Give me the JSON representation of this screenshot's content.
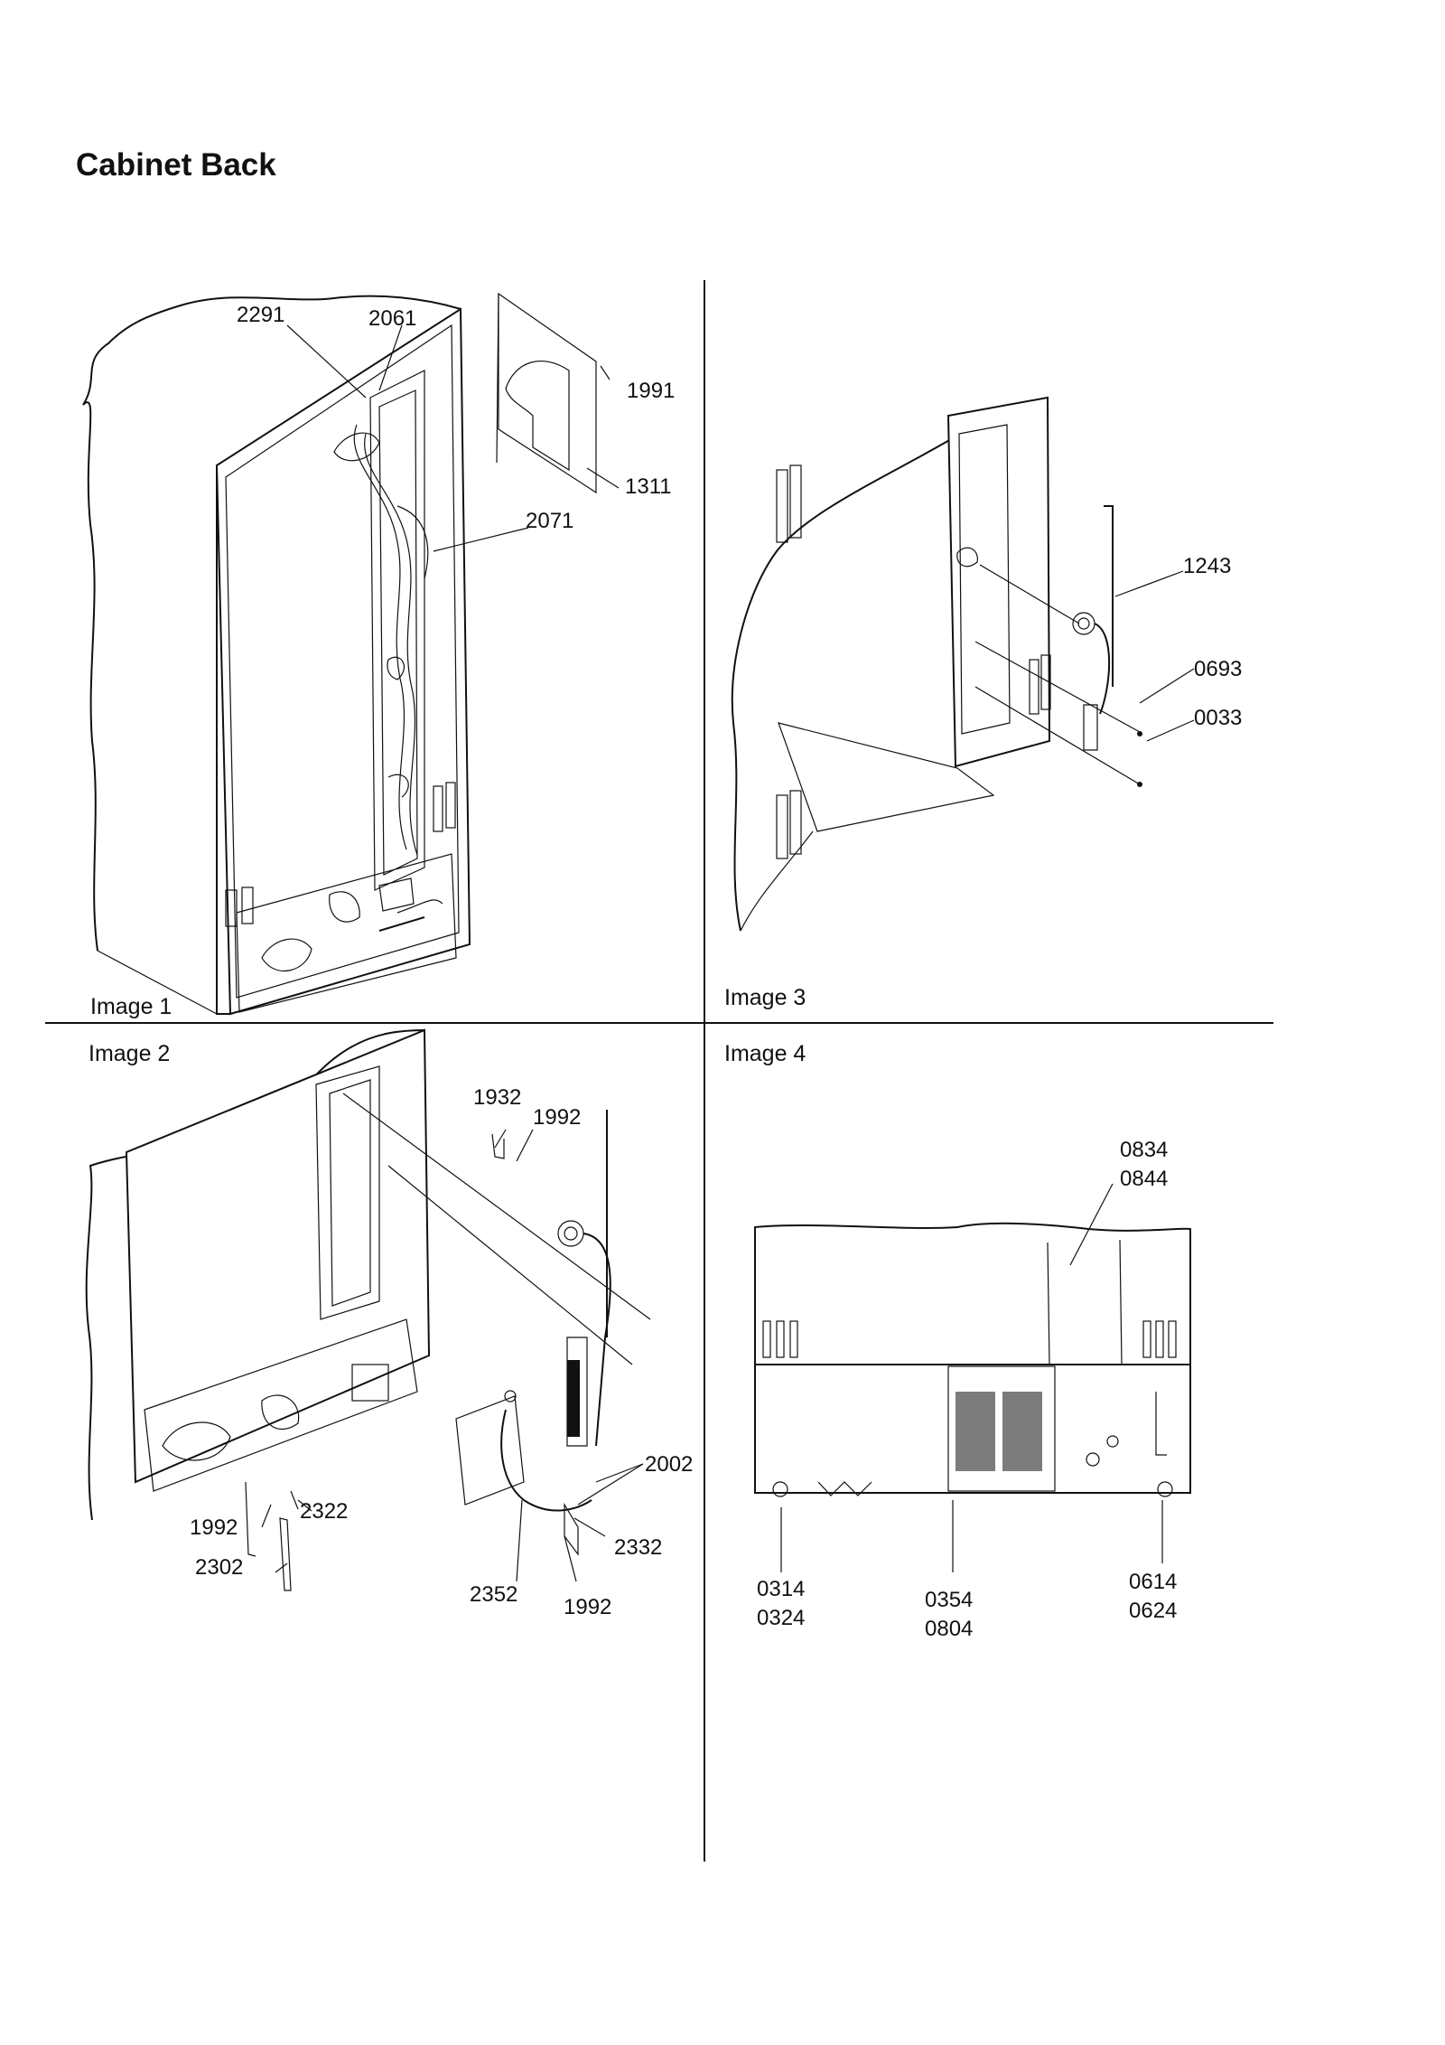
{
  "title": "Cabinet Back",
  "panels": [
    {
      "label": "Image 1",
      "parts": [
        "2291",
        "2061",
        "1991",
        "1311",
        "2071"
      ]
    },
    {
      "label": "Image 2",
      "parts": [
        "1932",
        "1992",
        "2002",
        "1992",
        "2322",
        "2302",
        "2332",
        "2352",
        "1992"
      ]
    },
    {
      "label": "Image 3",
      "parts": [
        "1243",
        "0693",
        "0033"
      ]
    },
    {
      "label": "Image 4",
      "parts": [
        "0834",
        "0844",
        "0314",
        "0324",
        "0354",
        "0804",
        "0614",
        "0624"
      ]
    }
  ]
}
